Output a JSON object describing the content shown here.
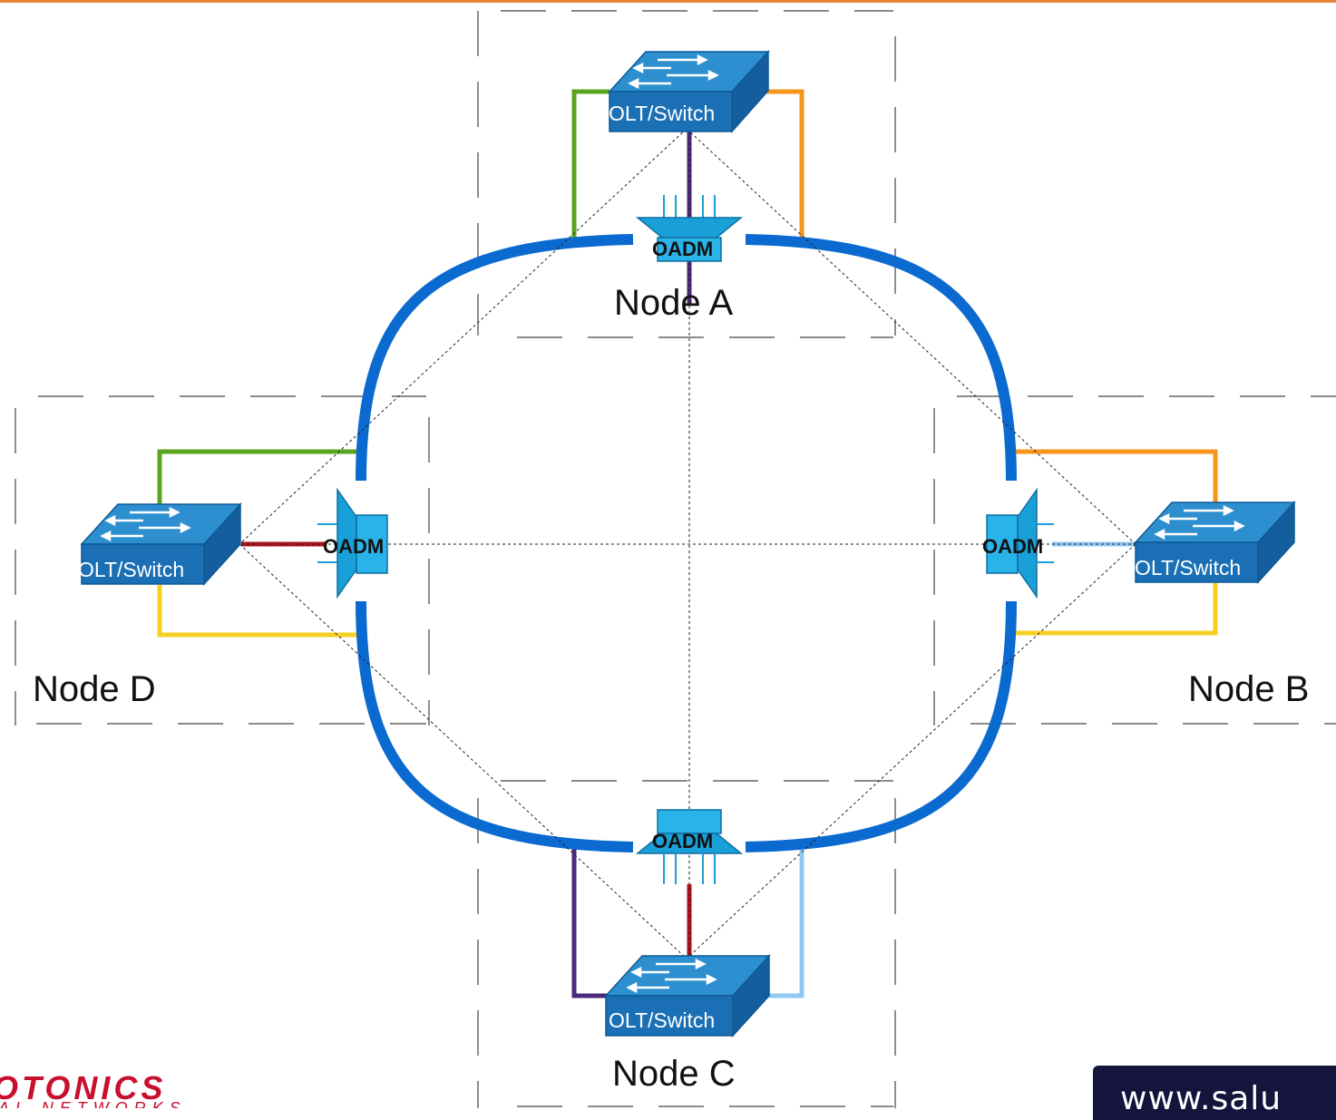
{
  "nodes": [
    {
      "id": "a",
      "label": "Node A",
      "device_label": "OLT/Switch",
      "oadm_label": "OADM"
    },
    {
      "id": "b",
      "label": "Node B",
      "device_label": "OLT/Switch",
      "oadm_label": "OADM"
    },
    {
      "id": "c",
      "label": "Node C",
      "device_label": "OLT/Switch",
      "oadm_label": "OADM"
    },
    {
      "id": "d",
      "label": "Node D",
      "device_label": "OLT/Switch",
      "oadm_label": "OADM"
    }
  ],
  "footer": {
    "logo_main": "OTONICS",
    "logo_sub": "AL NETWORKS",
    "url": "www.salu"
  },
  "colors": {
    "ring": "#0a6ad0",
    "accent_rule": "#e8883a",
    "switch_top": "#2e8fd0",
    "switch_front": "#1a6fb5",
    "oadm": "#1aa0d8",
    "green": "#5aa51f",
    "orange": "#f7941d",
    "yellow": "#f5cf22",
    "purple": "#4a2a7a",
    "red": "#b01020",
    "light_blue": "#8fc8f5"
  }
}
